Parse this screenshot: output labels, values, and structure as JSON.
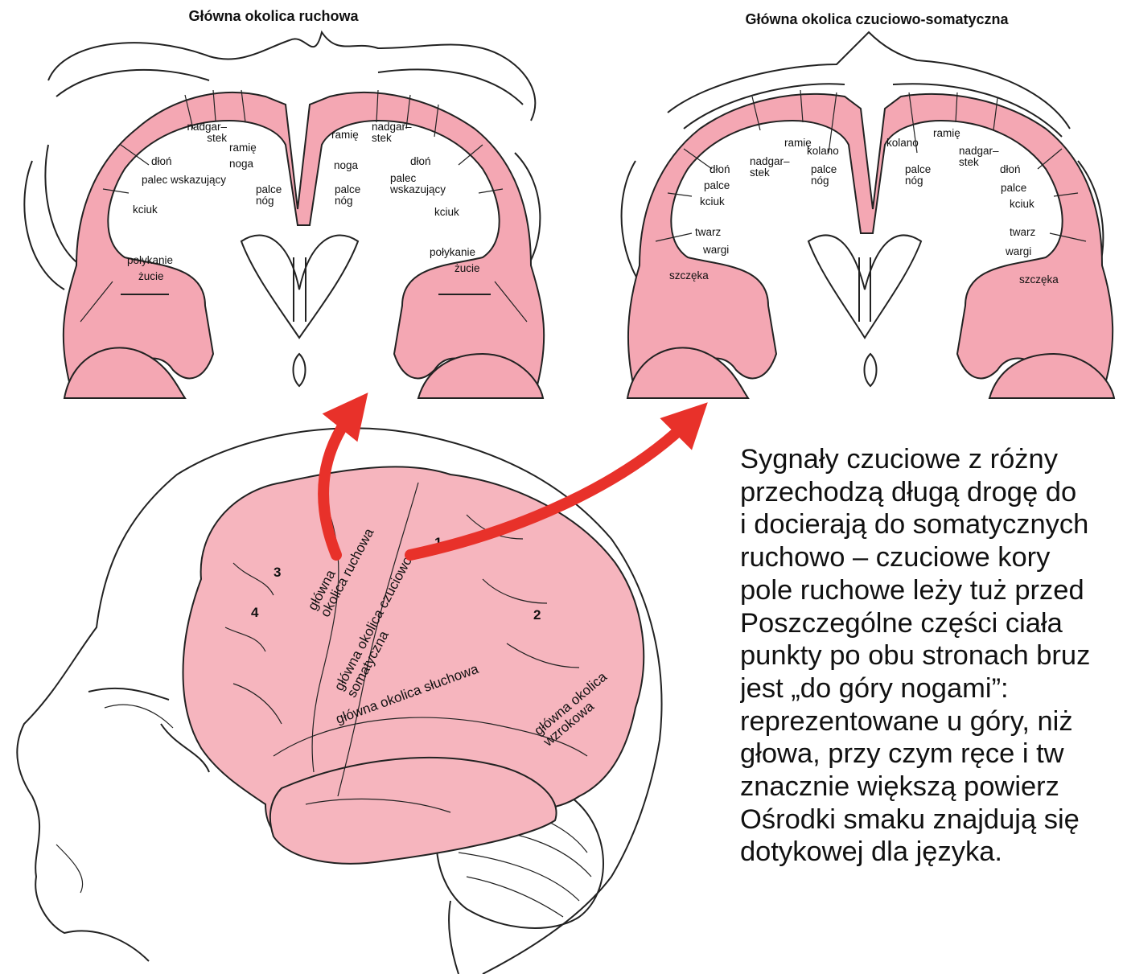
{
  "motor_section": {
    "title": "Główna okolica ruchowa",
    "labels": {
      "nadgarstek_left": "nadgar–\nstek",
      "ramie_left": "ramię",
      "noga_left": "noga",
      "dlon_left": "dłoń",
      "palec_left": "palec wskazujący",
      "palce_nog_left": "palce\nnóg",
      "kciuk_left": "kciuk",
      "polykanie_left": "połykanie",
      "zucie_left": "żucie",
      "ramie_right": "ramię",
      "nadgarstek_right": "nadgar–\nstek",
      "noga_right": "noga",
      "dlon_right": "dłoń",
      "palce_nog_right": "palce\nnóg",
      "palec_right": "palec\nwskazujący",
      "kciuk_right": "kciuk",
      "polykanie_right": "połykanie",
      "zucie_right": "żucie"
    }
  },
  "sensory_section": {
    "title": "Główna okolica czuciowo-somatyczna",
    "labels": {
      "ramie_left": "ramię",
      "kolano_left": "kolano",
      "nadgarstek_left": "nadgar–\nstek",
      "palce_nog_left": "palce\nnóg",
      "dlon_left": "dłoń",
      "palce_left": "palce",
      "kciuk_left": "kciuk",
      "twarz_left": "twarz",
      "wargi_left": "wargi",
      "szczeka_left": "szczęka",
      "kolano_right": "kolano",
      "ramie_right": "ramię",
      "nadgarstek_right": "nadgar–\nstek",
      "dlon_right": "dłoń",
      "palce_nog_right": "palce\nnóg",
      "palce_right": "palce",
      "kciuk_right": "kciuk",
      "twarz_right": "twarz",
      "wargi_right": "wargi",
      "szczeka_right": "szczęka"
    }
  },
  "brain_labels": {
    "motor": "główna\nokolica ruchowa",
    "sensory": "główna okolica czuciowo\nsomatyczna",
    "auditory": "główna okolica słuchowa",
    "visual": "główna okolica\nwzrokowa",
    "numbers": [
      "1",
      "2",
      "3",
      "4"
    ]
  },
  "description_lines": [
    "Sygnały   czuciowe   z   różny",
    "przechodzą długą drogę do",
    "i docierają do somatycznych",
    "ruchowo  –  czuciowe  kory",
    "pole ruchowe leży tuż przed",
    "Poszczególne   części   ciała",
    "punkty po obu stronach bruz",
    "jest   „do   góry   nogami”:",
    "reprezentowane  u  góry,  niż",
    "głowa,  przy  czym  ręce  i  tw",
    "znacznie  większą  powierz",
    "Ośrodki  smaku  znajdują  się",
    "dotykowej dla języka."
  ],
  "colors": {
    "cortex_pink": "#f4a7b3",
    "arrow_red": "#e8312a",
    "ink": "#222222"
  }
}
